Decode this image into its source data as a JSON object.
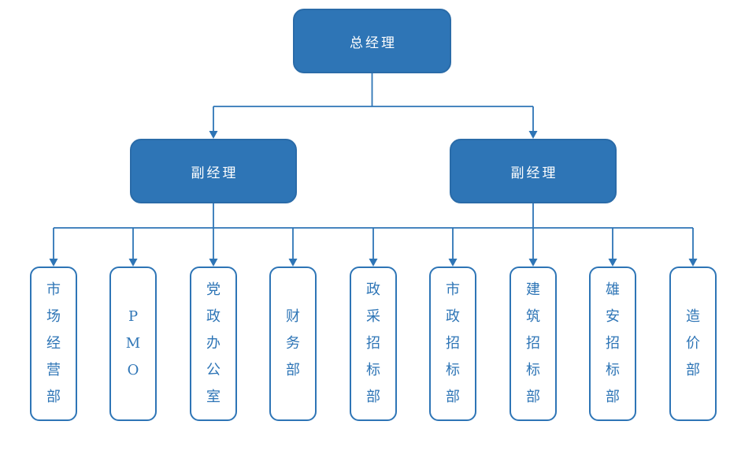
{
  "org_chart": {
    "type": "org-chart",
    "root": {
      "label": "总经理"
    },
    "managers": [
      {
        "label": "副经理"
      },
      {
        "label": "副经理"
      }
    ],
    "departments": [
      {
        "label": "市场经营部"
      },
      {
        "label": "PMO"
      },
      {
        "label": "党政办公室"
      },
      {
        "label": "财务部"
      },
      {
        "label": "政采招标部"
      },
      {
        "label": "市政招标部"
      },
      {
        "label": "建筑招标部"
      },
      {
        "label": "雄安招标部"
      },
      {
        "label": "造价部"
      }
    ],
    "colors": {
      "node_fill": "#2e75b6",
      "node_border": "#2a6ba8",
      "dept_border": "#2e75b6",
      "dept_text": "#2e75b6",
      "root_text": "#ffffff",
      "connector": "#2e75b6",
      "background": "#ffffff"
    }
  }
}
